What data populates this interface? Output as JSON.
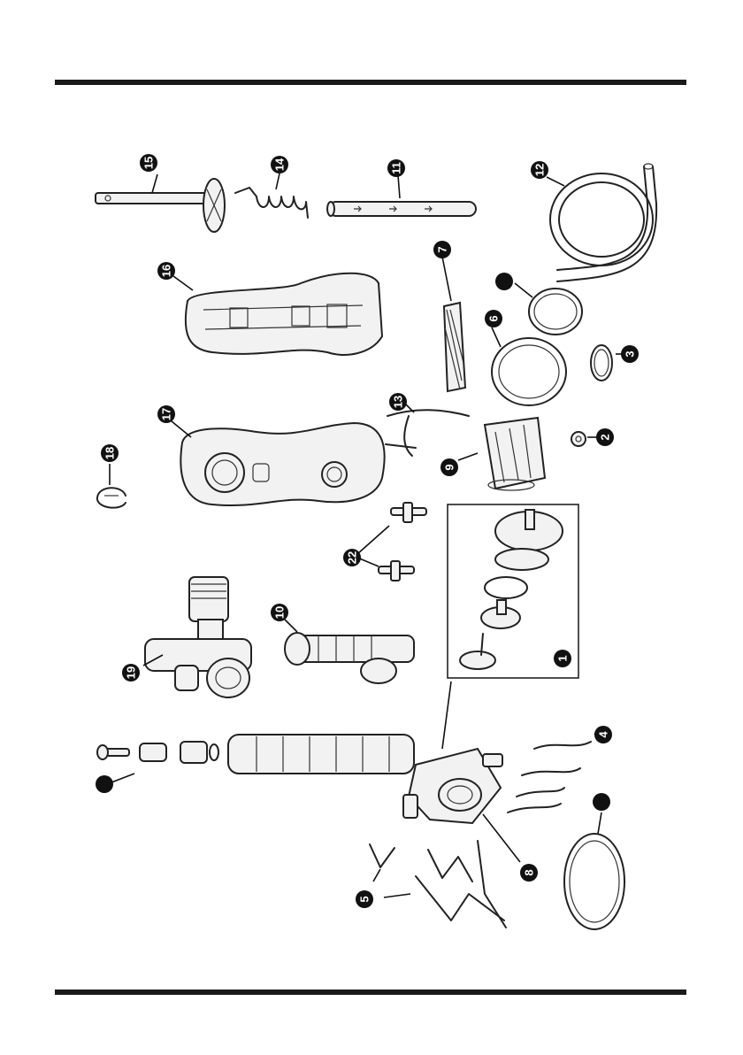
{
  "figure": {
    "callouts": [
      {
        "id": "15",
        "label": "15"
      },
      {
        "id": "14",
        "label": "14"
      },
      {
        "id": "11",
        "label": "11"
      },
      {
        "id": "12",
        "label": "12"
      },
      {
        "id": "16",
        "label": "16"
      },
      {
        "id": "7",
        "label": "7"
      },
      {
        "id": "blank-a",
        "label": ""
      },
      {
        "id": "6",
        "label": "6"
      },
      {
        "id": "3",
        "label": "3"
      },
      {
        "id": "17",
        "label": "17"
      },
      {
        "id": "13",
        "label": "13"
      },
      {
        "id": "2",
        "label": "2"
      },
      {
        "id": "18",
        "label": "18"
      },
      {
        "id": "9",
        "label": "9"
      },
      {
        "id": "22",
        "label": "22"
      },
      {
        "id": "10",
        "label": "10"
      },
      {
        "id": "19",
        "label": "19"
      },
      {
        "id": "1",
        "label": "1"
      },
      {
        "id": "4",
        "label": "4"
      },
      {
        "id": "blank-b",
        "label": ""
      },
      {
        "id": "blank-c",
        "label": ""
      },
      {
        "id": "8",
        "label": "8"
      },
      {
        "id": "5",
        "label": "5"
      }
    ]
  }
}
